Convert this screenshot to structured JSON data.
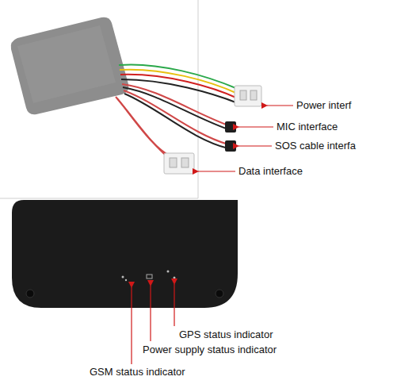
{
  "diagram": {
    "labels": [
      "Power interf",
      "MIC interface",
      "SOS cable interfa",
      "Data interface",
      "GPS status indicator",
      "Power supply status indicator",
      "GSM status indicator"
    ]
  }
}
